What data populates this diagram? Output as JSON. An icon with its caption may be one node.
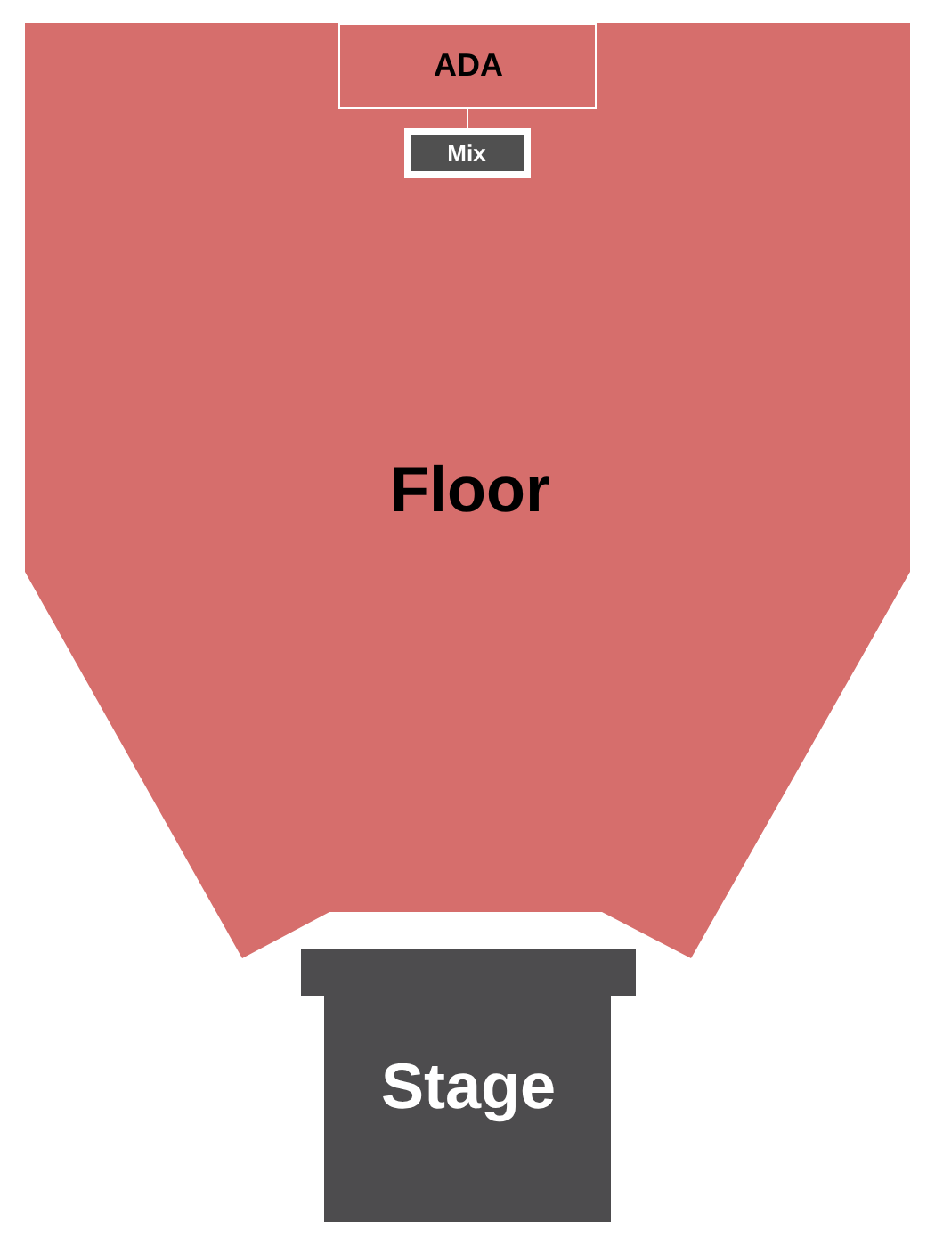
{
  "diagram": {
    "nodes": [
      {
        "text": [
          "Floor"
        ]
      },
      {
        "text": [
          "ADA"
        ],
        "in": 0
      },
      {
        "text": [
          "Mix"
        ],
        "in": 0
      },
      {
        "text": [
          "Stage"
        ]
      }
    ],
    "edges": [
      {
        "from": 1,
        "to": 2,
        "arrow": "none"
      }
    ]
  }
}
